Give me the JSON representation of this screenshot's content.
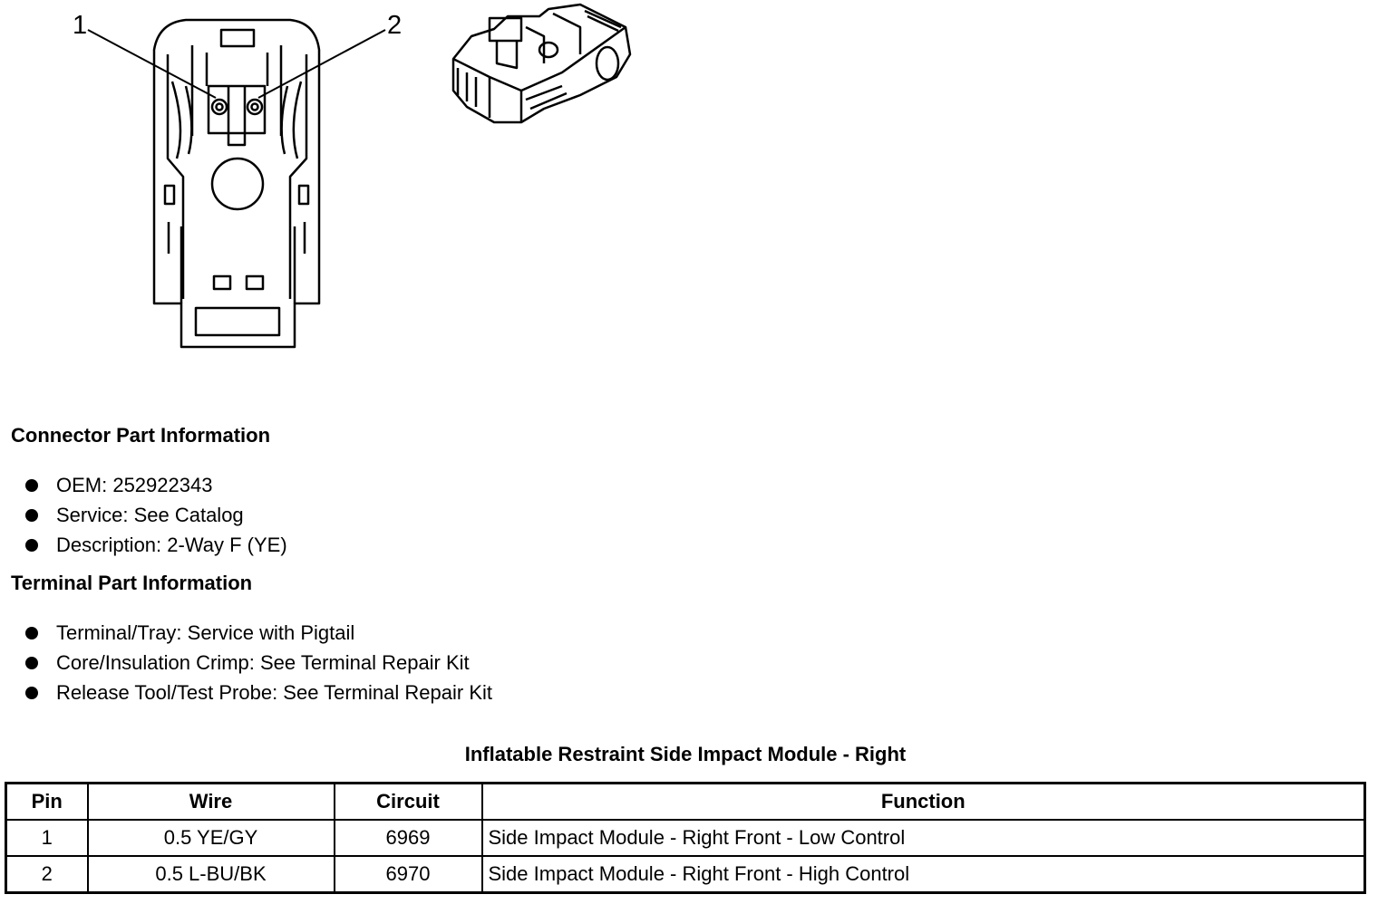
{
  "diagram": {
    "pin_callouts": [
      "1",
      "2"
    ]
  },
  "connector_section": {
    "heading": "Connector Part Information",
    "items": [
      "OEM: 252922343",
      "Service: See Catalog",
      "Description: 2-Way F (YE)"
    ]
  },
  "terminal_section": {
    "heading": "Terminal Part Information",
    "items": [
      "Terminal/Tray: Service with Pigtail",
      "Core/Insulation Crimp: See Terminal Repair Kit",
      "Release Tool/Test Probe: See Terminal Repair Kit"
    ]
  },
  "pin_table": {
    "title": "Inflatable Restraint Side Impact Module - Right",
    "headers": [
      "Pin",
      "Wire",
      "Circuit",
      "Function"
    ],
    "rows": [
      [
        "1",
        "0.5 YE/GY",
        "6969",
        "Side Impact Module - Right Front - Low Control"
      ],
      [
        "2",
        "0.5 L-BU/BK",
        "6970",
        "Side Impact Module - Right Front - High Control"
      ]
    ]
  }
}
